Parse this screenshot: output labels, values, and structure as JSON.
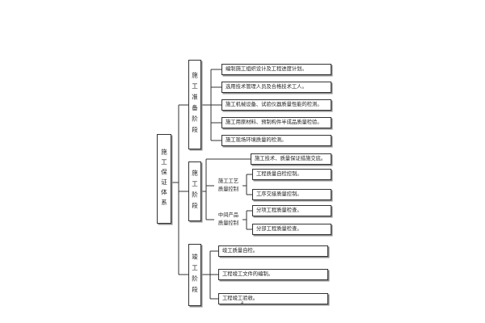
{
  "root": {
    "label": "施工保证体系"
  },
  "stages": [
    {
      "label": "施工准备阶段",
      "items": [
        "编制施工组织设计及工程进度计划。",
        "选用技术管理人员及合格技术工人。",
        "施工机械设备、试验仪器质量性能的检测。",
        "施工用原材料、预制构件半成品质量检验。",
        "施工现场环境质量的检测。"
      ]
    },
    {
      "label": "施工阶段",
      "top_item": "施工技术、质量保证措施交底。",
      "groups": [
        {
          "label_lines": [
            "施工工艺",
            "质量控制"
          ],
          "items": [
            "工程质量自检控制。",
            "工序交接质量控制。"
          ]
        },
        {
          "label_lines": [
            "中间产品",
            "质量控制"
          ],
          "items": [
            "分项工程质量检查。",
            "分部工程质量检查。"
          ]
        }
      ]
    },
    {
      "label": "竣工阶段",
      "items": [
        "竣工质量自检。",
        "工程竣工文件的编制。",
        "工程竣工验收。"
      ]
    }
  ],
  "page_number": "4"
}
